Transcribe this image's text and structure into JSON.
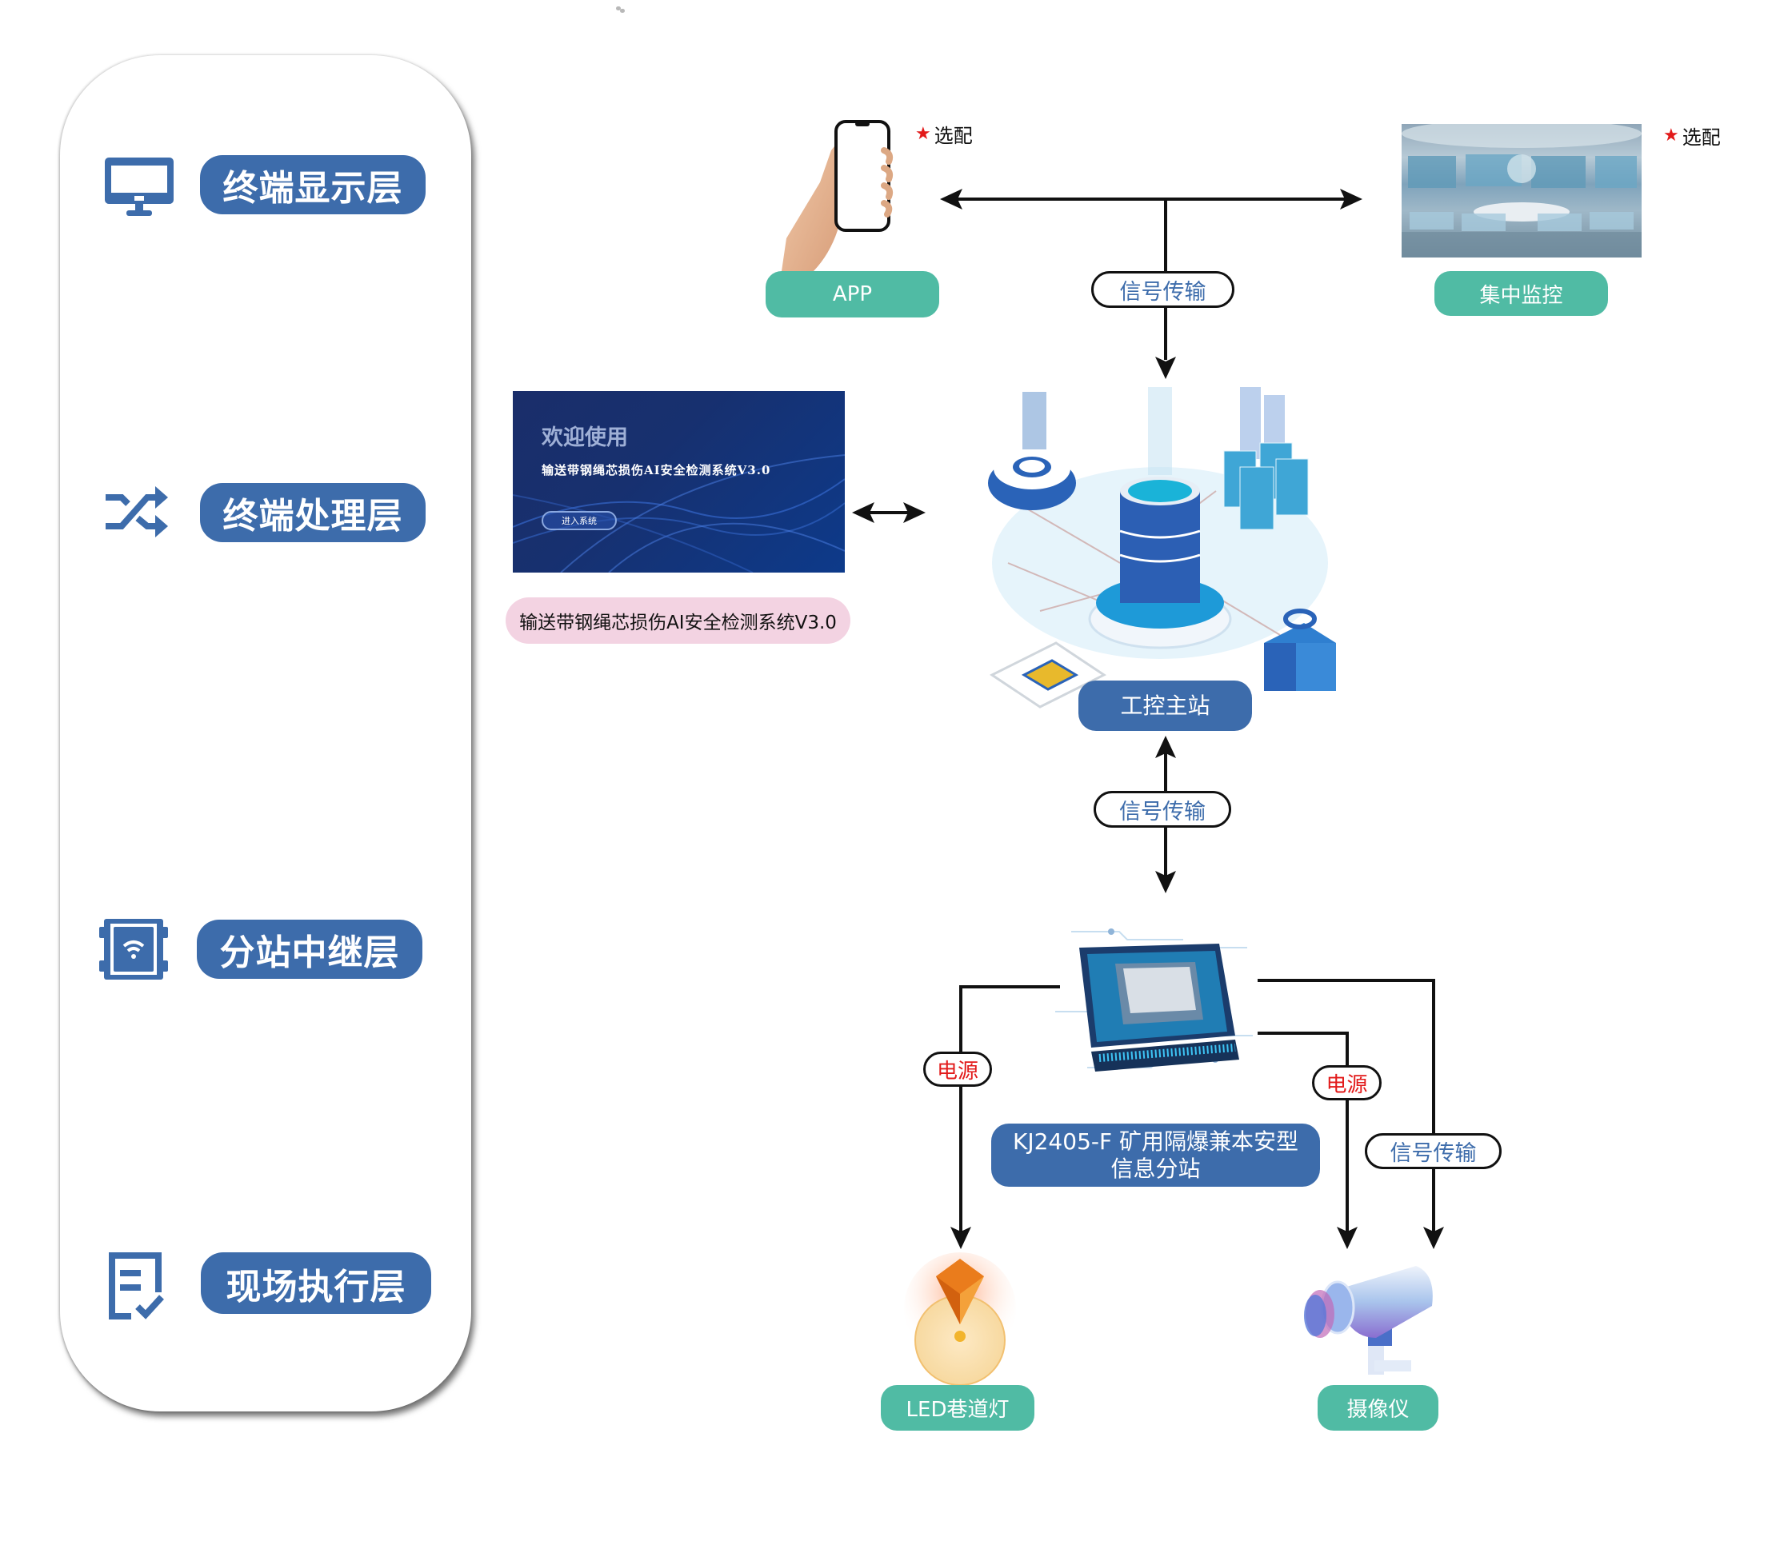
{
  "layers": [
    {
      "label": "终端显示层",
      "icon": "monitor-icon"
    },
    {
      "label": "终端处理层",
      "icon": "shuffle-icon"
    },
    {
      "label": "分站中继层",
      "icon": "wifi-box-icon"
    },
    {
      "label": "现场执行层",
      "icon": "checklist-icon"
    }
  ],
  "display": {
    "app_label": "APP",
    "central_label": "集中监控",
    "optional_left": "选配",
    "optional_right": "选配",
    "signal_label": "信号传输"
  },
  "processing": {
    "screen_welcome": "欢迎使用",
    "screen_system": "输送带钢绳芯损伤AI安全检测系统V3.0",
    "screen_enter_button": "进入系统",
    "software_label": "输送带钢绳芯损伤AI安全检测系统V3.0",
    "master_station_label": "工控主站",
    "signal_label": "信号传输"
  },
  "substation": {
    "label_line1": "KJ2405-F 矿用隔爆兼本安型",
    "label_line2": "信息分站",
    "power_left": "电源",
    "power_right": "电源",
    "signal_right": "信号传输"
  },
  "field": {
    "led_label": "LED巷道灯",
    "camera_label": "摄像仪"
  },
  "colors": {
    "layer_blue": "#3d6cab",
    "green_pill": "#50bba4",
    "power_red": "#e21a1a",
    "pink_pill": "#f3d3e2"
  }
}
